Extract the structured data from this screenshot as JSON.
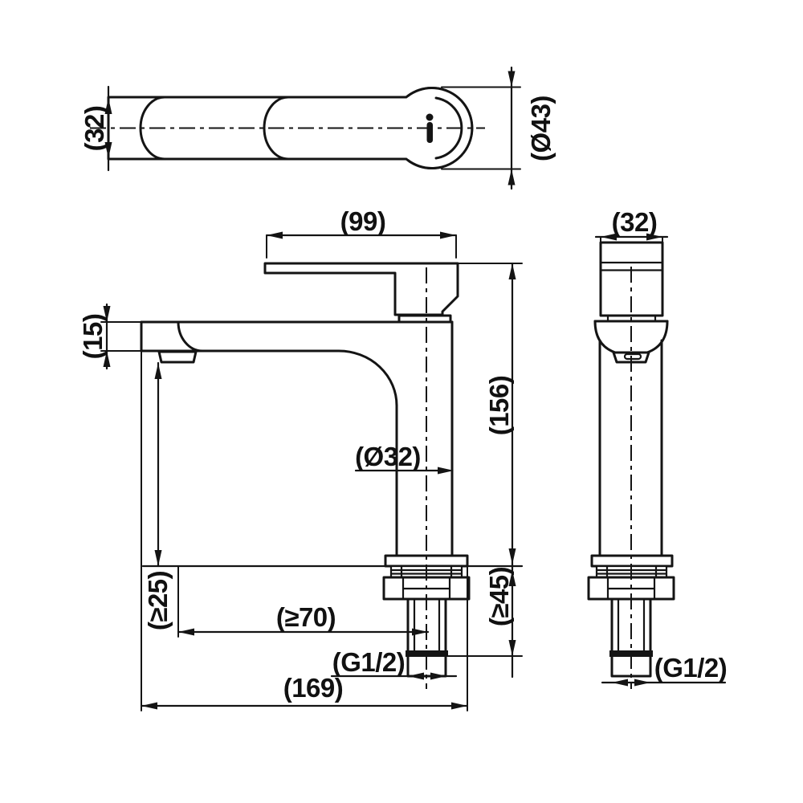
{
  "drawing": {
    "kind": "faucet-technical-drawing",
    "accent_color": "#141414",
    "background_color": "#ffffff",
    "views": {
      "top": {
        "handle_width": "(32)",
        "escutcheon_diameter": "(Ø43)"
      },
      "front": {
        "handle_length": "(99)",
        "spout_tip_height": "(15)",
        "body_diameter": "(Ø32)",
        "height_to_handle": "(156)",
        "outlet_clearance_min": "(≥25)",
        "reach_clearance_min": "(≥70)",
        "shank_length_min": "(≥45)",
        "thread_size": "(G1/2)",
        "overall_length": "(169)"
      },
      "side": {
        "handle_width": "(32)",
        "thread_size": "(G1/2)"
      }
    }
  }
}
